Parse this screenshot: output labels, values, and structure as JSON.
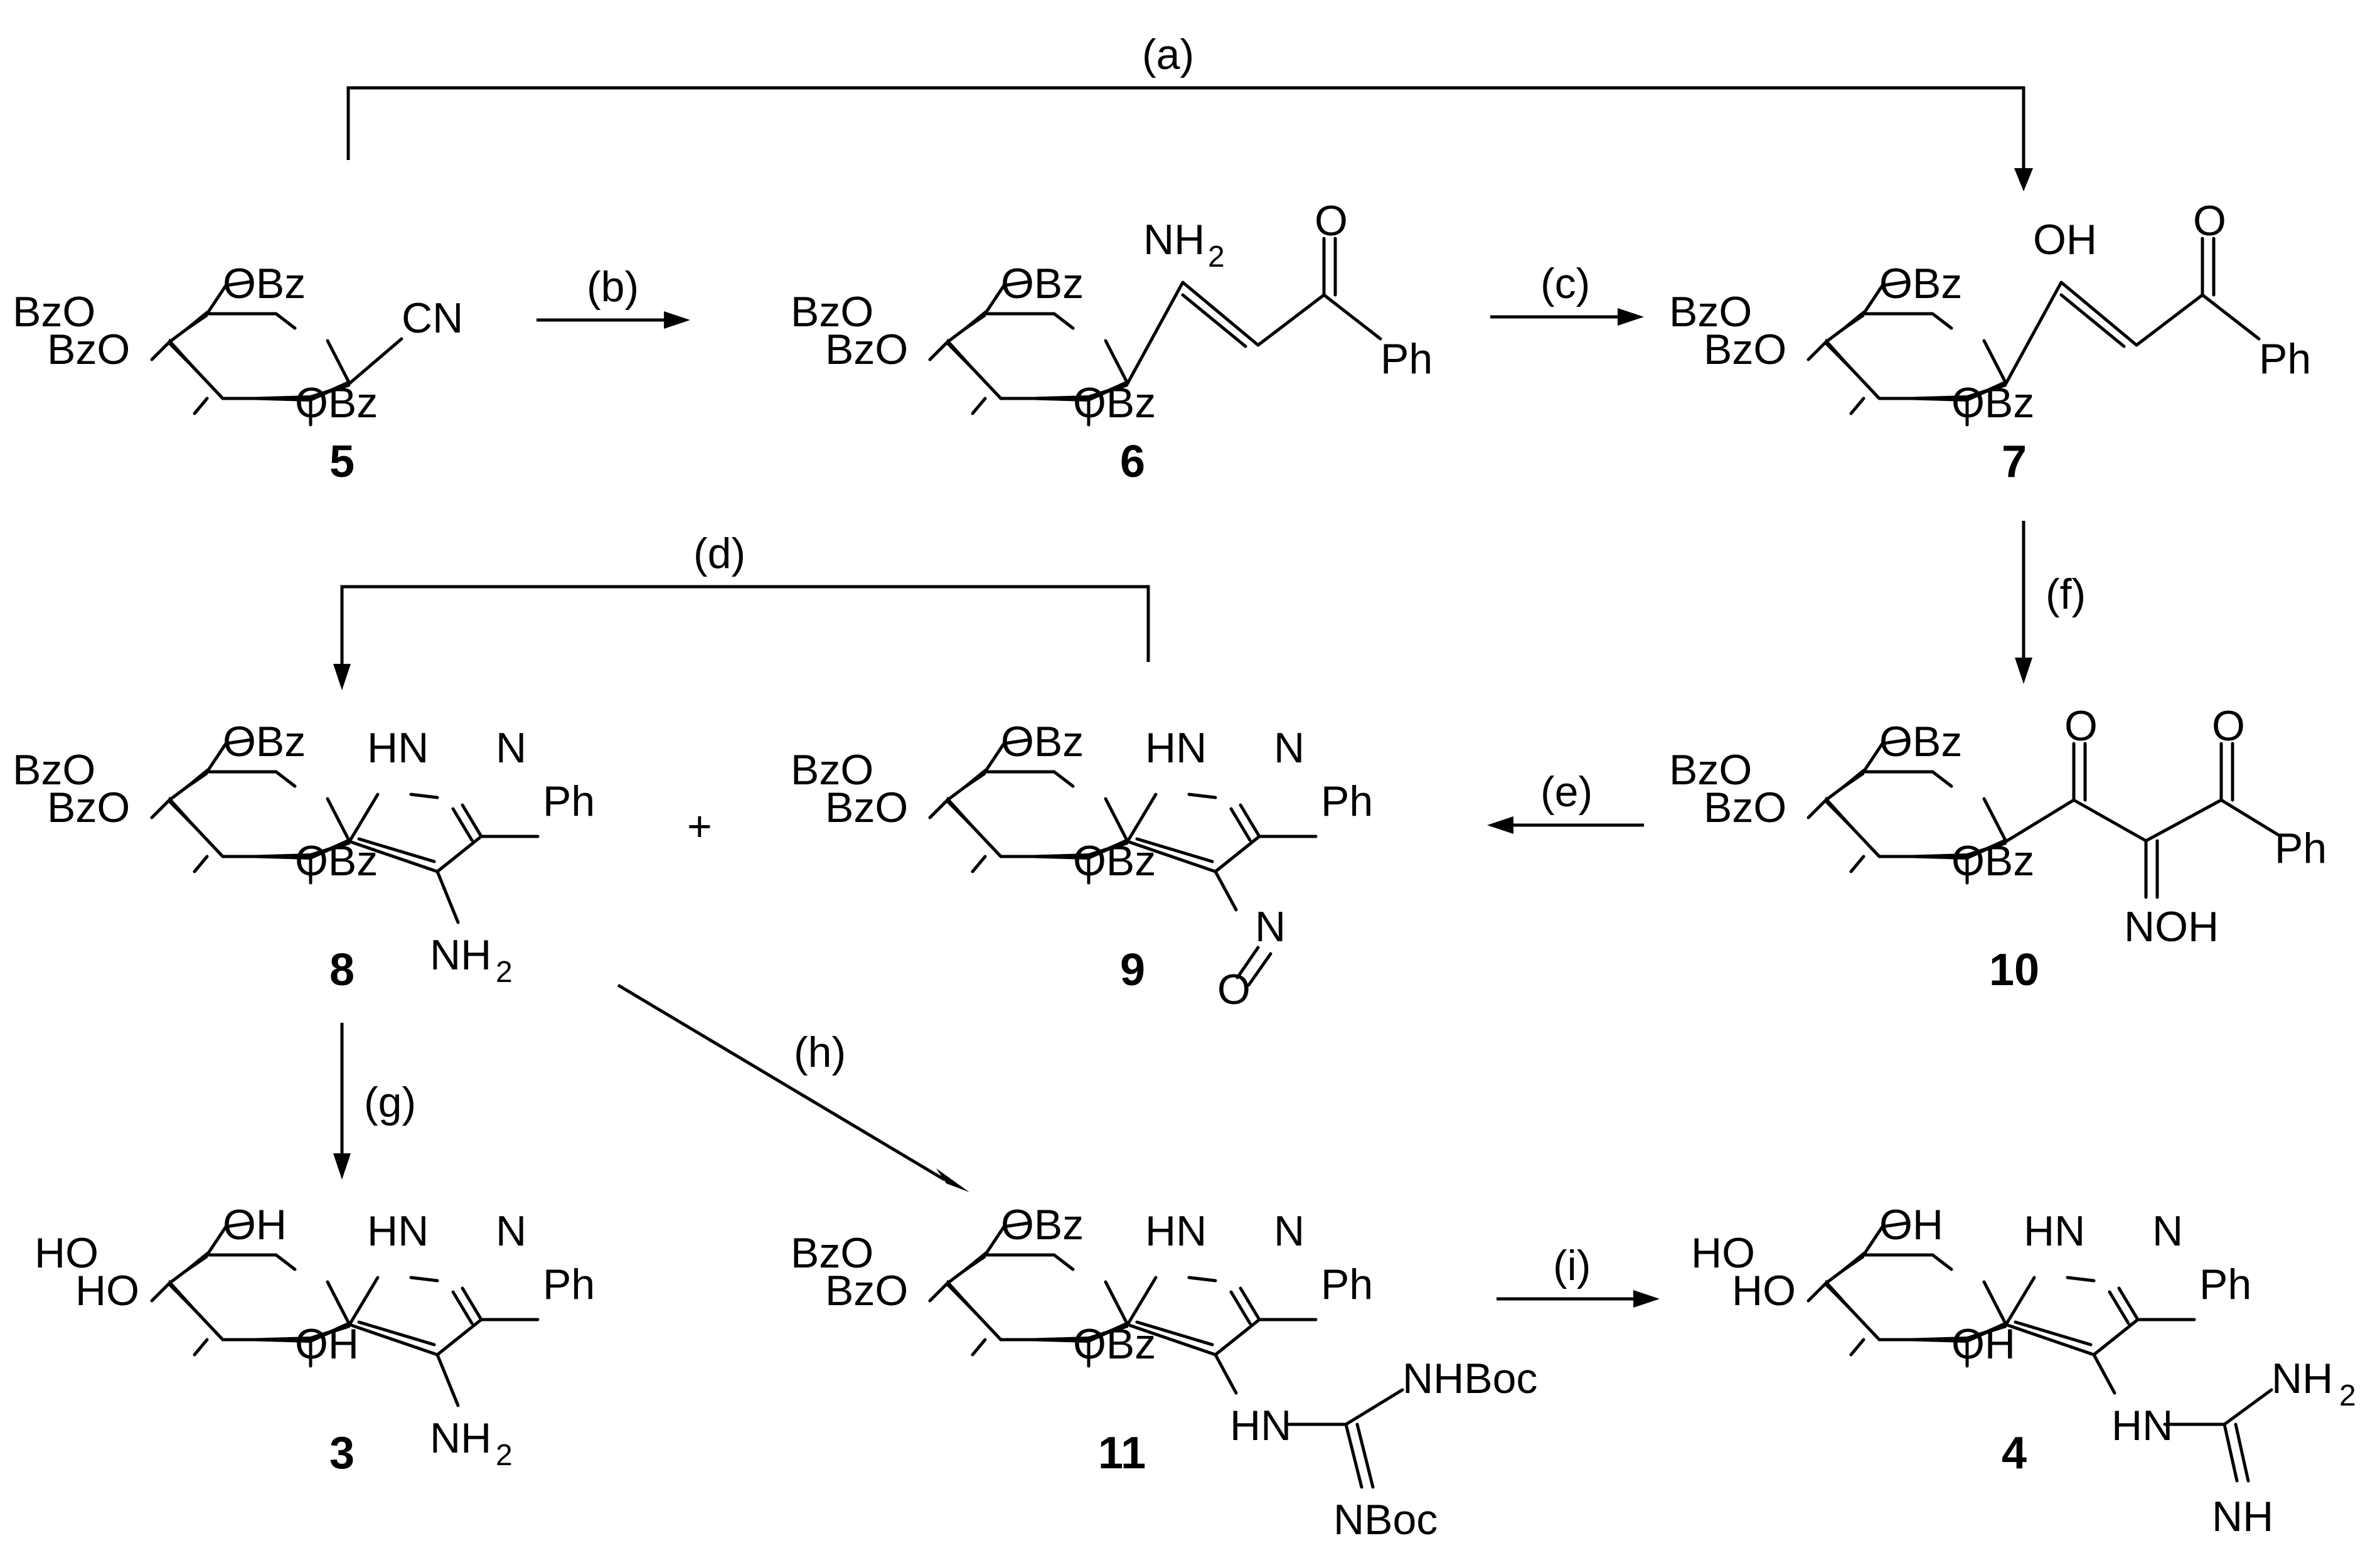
{
  "steps": {
    "a": "(a)",
    "b": "(b)",
    "c": "(c)",
    "d": "(d)",
    "e": "(e)",
    "f": "(f)",
    "g": "(g)",
    "h": "(h)",
    "i": "(i)"
  },
  "plus": "+",
  "compounds": {
    "c5": {
      "number": "5",
      "labels": [
        "OBz",
        "BzO",
        "BzO",
        "OBz",
        "CN"
      ]
    },
    "c6": {
      "number": "6",
      "labels": [
        "OBz",
        "BzO",
        "BzO",
        "OBz",
        "NH",
        "2",
        "O",
        "Ph"
      ]
    },
    "c7": {
      "number": "7",
      "labels": [
        "OBz",
        "BzO",
        "BzO",
        "OBz",
        "OH",
        "O",
        "Ph"
      ]
    },
    "c8": {
      "number": "8",
      "labels": [
        "OBz",
        "BzO",
        "BzO",
        "OBz",
        "HN",
        "N",
        "Ph",
        "NH",
        "2"
      ]
    },
    "c9": {
      "number": "9",
      "labels": [
        "OBz",
        "BzO",
        "BzO",
        "OBz",
        "HN",
        "N",
        "Ph",
        "N",
        "O"
      ]
    },
    "c10": {
      "number": "10",
      "labels": [
        "OBz",
        "BzO",
        "BzO",
        "OBz",
        "O",
        "O",
        "Ph",
        "NOH"
      ]
    },
    "c3": {
      "number": "3",
      "labels": [
        "OH",
        "HO",
        "HO",
        "OH",
        "HN",
        "N",
        "Ph",
        "NH",
        "2"
      ]
    },
    "c11": {
      "number": "11",
      "labels": [
        "OBz",
        "BzO",
        "BzO",
        "OBz",
        "HN",
        "N",
        "Ph",
        "HN",
        "NHBoc",
        "NBoc"
      ]
    },
    "c4": {
      "number": "4",
      "labels": [
        "OH",
        "HO",
        "HO",
        "OH",
        "HN",
        "N",
        "Ph",
        "HN",
        "NH",
        "2",
        "NH"
      ]
    }
  }
}
